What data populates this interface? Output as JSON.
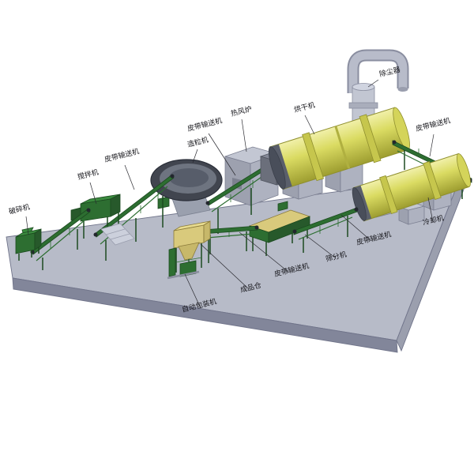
{
  "diagram": {
    "type": "isometric-process-flow",
    "subject": "fertilizer production line equipment layout",
    "background": "#ffffff",
    "labels": [
      {
        "id": "crusher",
        "text": "破碎机"
      },
      {
        "id": "mixer",
        "text": "搅拌机"
      },
      {
        "id": "belt-conveyor-1",
        "text": "皮带输送机"
      },
      {
        "id": "granulator",
        "text": "造粒机"
      },
      {
        "id": "belt-conveyor-2",
        "text": "皮带输送机"
      },
      {
        "id": "hot-air-furnace",
        "text": "热风炉"
      },
      {
        "id": "dryer",
        "text": "烘干机"
      },
      {
        "id": "dust-collector",
        "text": "除尘器"
      },
      {
        "id": "belt-conveyor-3",
        "text": "皮带输送机"
      },
      {
        "id": "cooler",
        "text": "冷却机"
      },
      {
        "id": "screener",
        "text": "筛分机"
      },
      {
        "id": "belt-conveyor-4",
        "text": "皮带输送机"
      },
      {
        "id": "belt-conveyor-5",
        "text": "皮带输送机"
      },
      {
        "id": "product-silo",
        "text": "成品仓"
      },
      {
        "id": "packing-machine",
        "text": "自动包装机"
      }
    ],
    "colors": {
      "platform_top": "#b7bbc8",
      "platform_front": "#82869a",
      "platform_right": "#9b9fae",
      "machine_green": "#2d6e31",
      "drum_yellow": "#d8d95e",
      "box_gray": "#b6bac6",
      "disc_dark": "#41454f",
      "hopper_tan": "#d9ca7c",
      "label_text": "#15151a"
    }
  }
}
